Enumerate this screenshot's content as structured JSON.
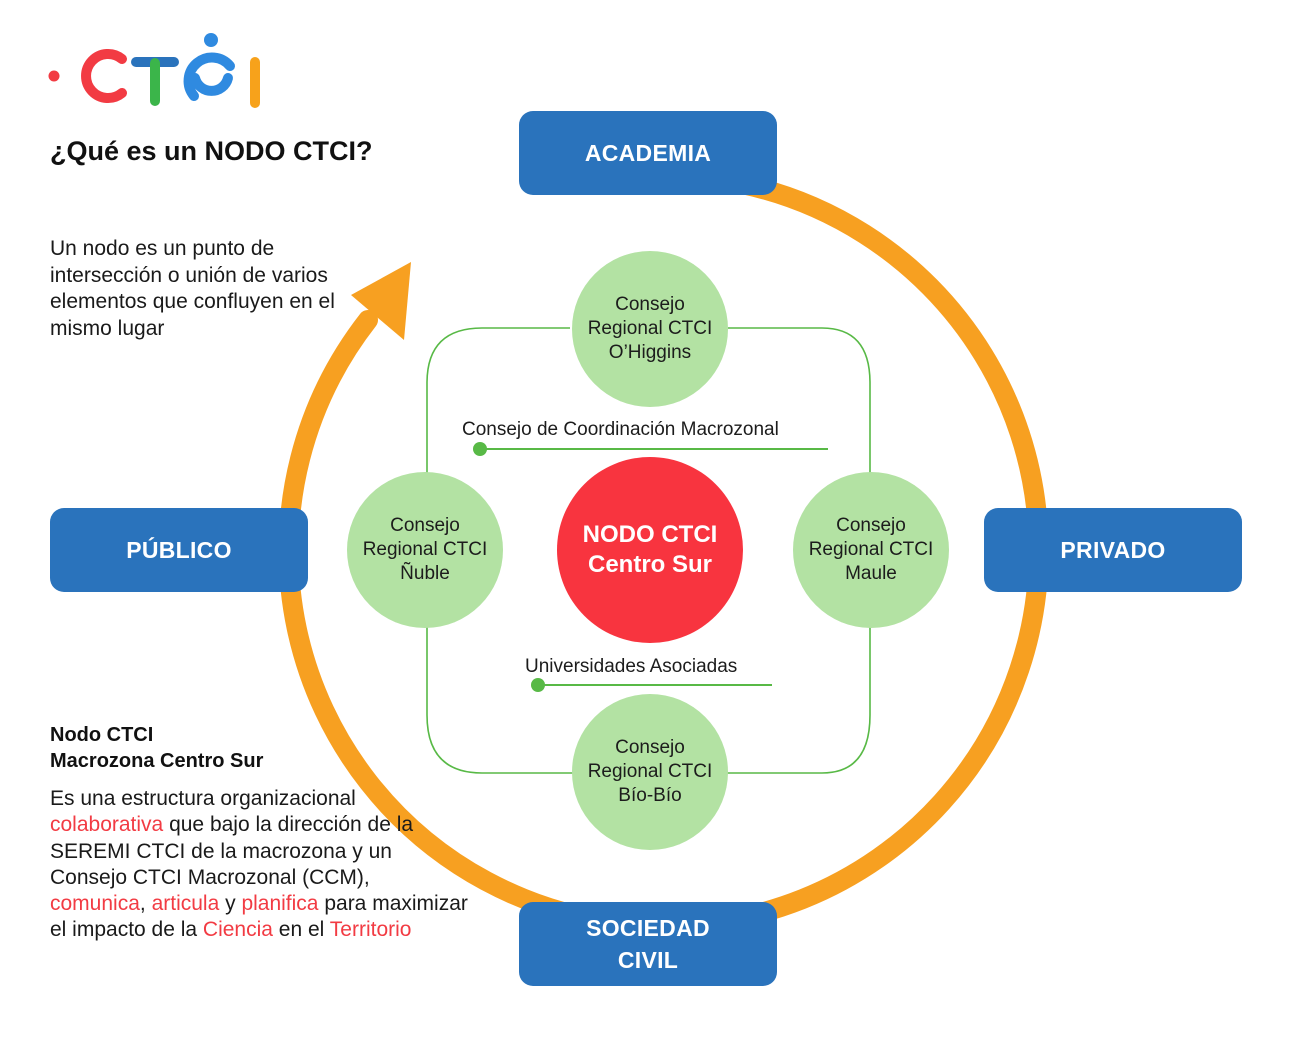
{
  "logo": {
    "text": "CTCI",
    "colors": [
      "#f23b43",
      "#2a73bc",
      "#3bb54a",
      "#2f8ae0",
      "#f7a21b"
    ]
  },
  "heading": "¿Qué es un NODO CTCI?",
  "intro": "Un nodo es un punto de intersección o unión de varios elementos que confluyen en el mismo lugar",
  "node_info": {
    "title_line1": "Nodo CTCI",
    "title_line2": "Macrozona Centro Sur",
    "desc": {
      "p1": "Es una estructura organizacional ",
      "w1": "colaborativa",
      "p2": " que bajo la dirección de la SEREMI CTCI de la macrozona y un Consejo CTCI Macrozonal (CCM), ",
      "w2": "comunica",
      "p3": ", ",
      "w3": "articula",
      "p4": " y ",
      "w4": "planifica",
      "p5": " para maximizar el impacto de la ",
      "w5": "Ciencia",
      "p6": " en el ",
      "w6": "Territorio"
    }
  },
  "sectors": {
    "academia": "ACADEMIA",
    "publico": "PÚBLICO",
    "privado": "PRIVADO",
    "sociedad_line1": "SOCIEDAD",
    "sociedad_line2": "CIVIL"
  },
  "councils": {
    "ohiggins": [
      "Consejo",
      "Regional CTCI",
      "O’Higgins"
    ],
    "nuble": [
      "Consejo",
      "Regional CTCI",
      "Ñuble"
    ],
    "maule": [
      "Consejo",
      "Regional CTCI",
      "Maule"
    ],
    "biobio": [
      "Consejo",
      "Regional CTCI",
      "Bío-Bío"
    ]
  },
  "center": {
    "line1": "NODO CTCI",
    "line2": "Centro Sur"
  },
  "connectors": {
    "macrozonal": "Consejo de Coordinación Macrozonal",
    "universidades": "Universidades Asociadas"
  },
  "colors": {
    "sector_blue": "#2a73bc",
    "cycle_orange": "#f7a021",
    "council_green": "#b3e2a3",
    "network_line": "#58b946",
    "center_red": "#f8343f",
    "highlight_red": "#f23b43"
  }
}
